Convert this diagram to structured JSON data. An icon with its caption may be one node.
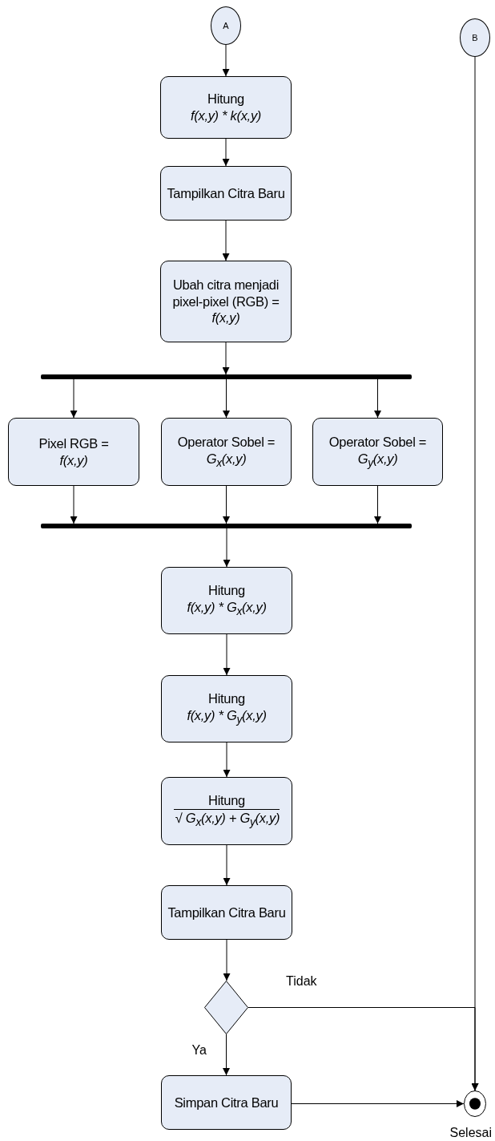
{
  "diagram": {
    "nodes": [
      {
        "text": [
          "A"
        ]
      },
      {
        "text": [
          "B"
        ]
      },
      {
        "text": [
          "Hitung",
          "f(x,y) * k(x,y)"
        ]
      },
      {
        "text": [
          "Tampilkan Citra Baru"
        ]
      },
      {
        "text": [
          "Ubah citra menjadi pixel-pixel (RGB) =",
          "f(x,y)"
        ]
      },
      {
        "text": [],
        "shape": "bar"
      },
      {
        "text": [
          "Pixel RGB =",
          "f(x,y)"
        ]
      },
      {
        "text": [
          "Operator Sobel =",
          "G$_{x}$(x,y)"
        ]
      },
      {
        "text": [
          "Operator Sobel =",
          "G$_{y}$(x,y)"
        ]
      },
      {
        "text": [],
        "shape": "bar"
      },
      {
        "text": [
          "Hitung",
          "f(x,y) * G$_{x}$(x,y)"
        ]
      },
      {
        "text": [
          "Hitung",
          "f(x,y) * G$_{y}$(x,y)"
        ]
      },
      {
        "text": [
          "Hitung",
          "√ G$_{x}$(x,y) + G$_{y}$(x,y)"
        ]
      },
      {
        "text": [
          "Tampilkan Citra Baru"
        ]
      },
      {
        "text": [],
        "shape": "diamond"
      },
      {
        "text": [
          "Simpan Citra Baru"
        ]
      },
      {
        "text": [],
        "shape": "circle",
        "beside": [
          "Selesai"
        ]
      }
    ],
    "edges": [
      {
        "from": 0,
        "to": 2,
        "arrow": "to"
      },
      {
        "from": 2,
        "to": 3,
        "arrow": "to"
      },
      {
        "from": 3,
        "to": 4,
        "arrow": "to"
      },
      {
        "from": 4,
        "to": 5,
        "arrow": "to"
      },
      {
        "from": 5,
        "to": 6,
        "arrow": "to"
      },
      {
        "from": 5,
        "to": 7,
        "arrow": "to"
      },
      {
        "from": 5,
        "to": 8,
        "arrow": "to"
      },
      {
        "from": 6,
        "to": 9,
        "arrow": "to"
      },
      {
        "from": 7,
        "to": 9,
        "arrow": "to"
      },
      {
        "from": 8,
        "to": 9,
        "arrow": "to"
      },
      {
        "from": 9,
        "to": 10,
        "arrow": "to"
      },
      {
        "from": 10,
        "to": 11,
        "arrow": "to"
      },
      {
        "from": 11,
        "to": 12,
        "arrow": "to"
      },
      {
        "from": 12,
        "to": 13,
        "arrow": "to"
      },
      {
        "from": 13,
        "to": 14,
        "arrow": "to"
      },
      {
        "from": 14,
        "to": 15,
        "label": "Ya",
        "arrow": "to"
      },
      {
        "from": 14,
        "to": 16,
        "label": "Tidak",
        "arrow": "to"
      },
      {
        "from": 15,
        "to": 16,
        "arrow": "to"
      },
      {
        "from": 1,
        "to": 16,
        "arrow": "to"
      }
    ]
  }
}
